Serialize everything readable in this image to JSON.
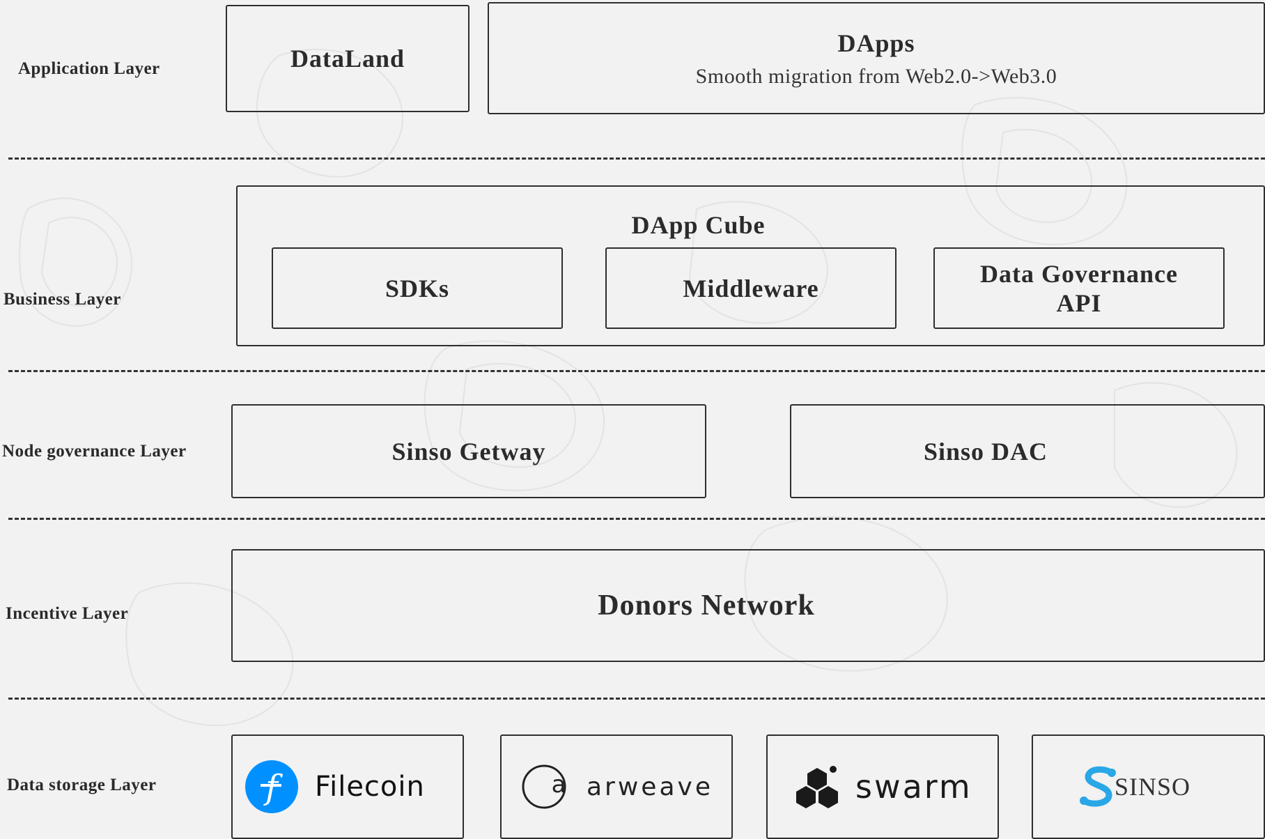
{
  "layers": [
    {
      "label": "Application Layer"
    },
    {
      "label": "Business Layer"
    },
    {
      "label": "Node governance Layer"
    },
    {
      "label": "Incentive Layer"
    },
    {
      "label": "Data storage Layer"
    }
  ],
  "application": {
    "dataland": "DataLand",
    "dapps_title": "DApps",
    "dapps_subtitle": "Smooth migration from Web2.0->Web3.0"
  },
  "business": {
    "cube_title": "DApp Cube",
    "sdks": "SDKs",
    "middleware": "Middleware",
    "governance_api_line1": "Data Governance",
    "governance_api_line2": "API"
  },
  "node_governance": {
    "getway": "Sinso Getway",
    "dac": "Sinso DAC"
  },
  "incentive": {
    "donors": "Donors Network"
  },
  "storage": {
    "filecoin": "Filecoin",
    "arweave": "arweave",
    "arweave_letter": "a",
    "swarm": "swarm",
    "sinso": "SINSO",
    "filecoin_color": "#0090ff",
    "sinso_color": "#2aa7e6"
  }
}
